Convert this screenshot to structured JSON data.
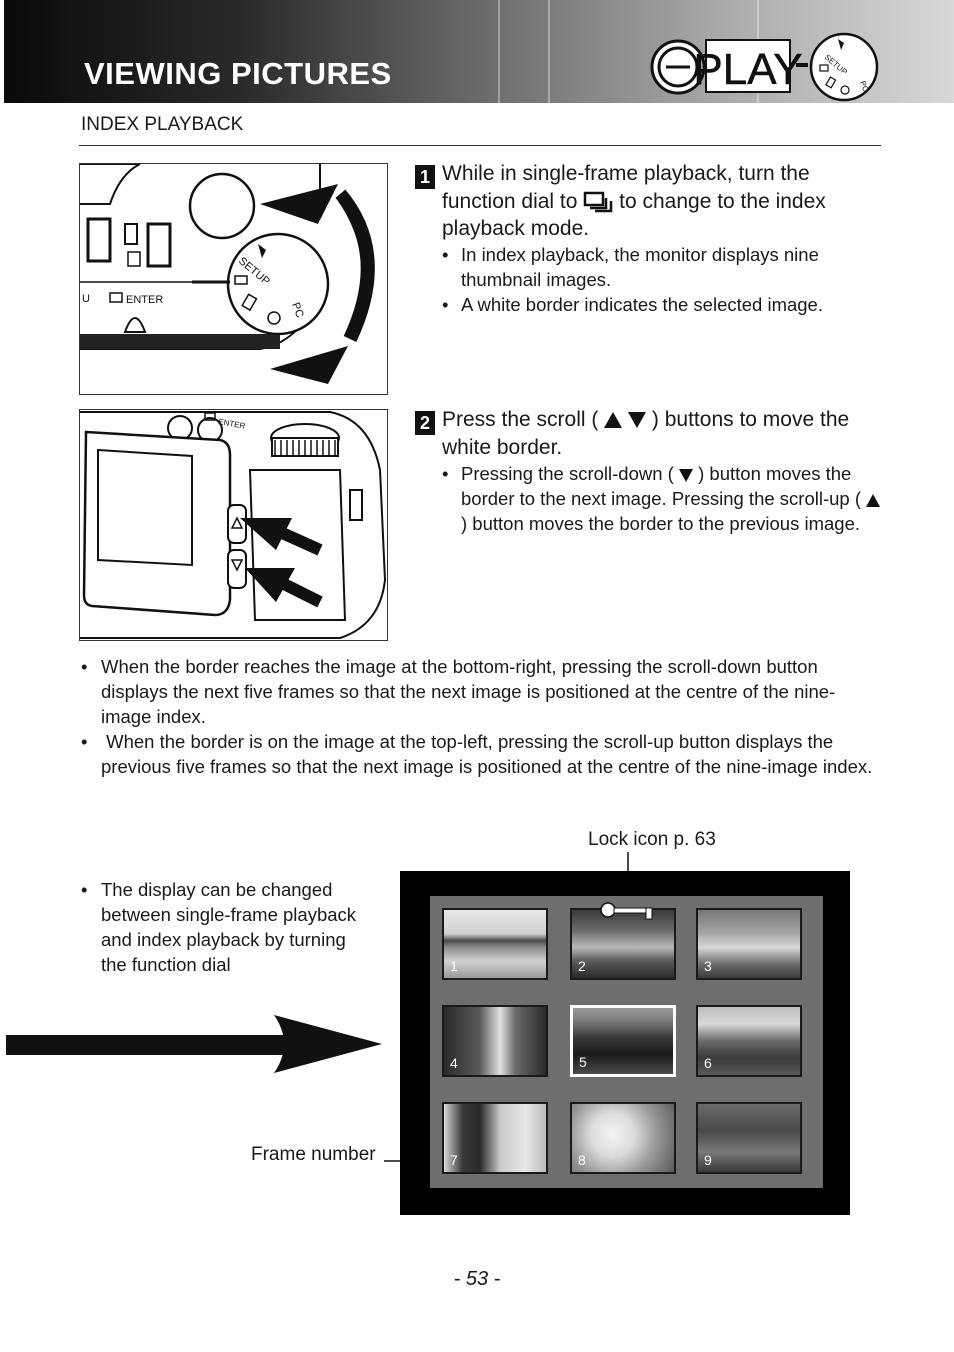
{
  "header": {
    "title": "VIEWING PICTURES",
    "mode_logo_text": "PLAY",
    "dial_setup_text": "SETUP",
    "dial_pc_text": "PC"
  },
  "section": {
    "heading": "INDEX PLAYBACK"
  },
  "illustration1": {
    "label_enter": "ENTER",
    "label_u": "U",
    "dial_setup": "SETUP",
    "dial_pc": "PC"
  },
  "illustration2": {
    "label_enter": "ENTER"
  },
  "step1": {
    "number": "1",
    "text_before_icon": "While in single-frame playback, turn the function dial to",
    "text_after_icon": "to change to the index playback mode.",
    "bullets": [
      "In index playback, the monitor displays nine thumbnail images.",
      "A white border indicates the selected image."
    ]
  },
  "step2": {
    "number": "2",
    "text_before": "Press the scroll (",
    "text_after": ") buttons to move the white border.",
    "bullet_1_a": "Pressing the scroll-down (",
    "bullet_1_b": ") button moves the border to the next image. Pressing the scroll-up (",
    "bullet_1_c": ") button moves the border to the previous image."
  },
  "notes": [
    "When the border reaches the image at the bottom-right, pressing the scroll-down button displays the next five frames so that the next image is positioned at the centre of the nine-image index.",
    " When the border is on the image at the top-left, pressing the scroll-up button displays the previous five frames so that the next image is positioned at the centre of the nine-image index."
  ],
  "side_note": "The display can be changed between single-frame playback and index playback by turning the function dial",
  "bullet_char": "•",
  "callouts": {
    "lock_icon": "Lock icon p. 63",
    "frame_number": "Frame number"
  },
  "index_screen": {
    "selected_frame": 5,
    "frames": [
      "1",
      "2",
      "3",
      "4",
      "5",
      "6",
      "7",
      "8",
      "9"
    ]
  },
  "page_number": "- 53 -"
}
